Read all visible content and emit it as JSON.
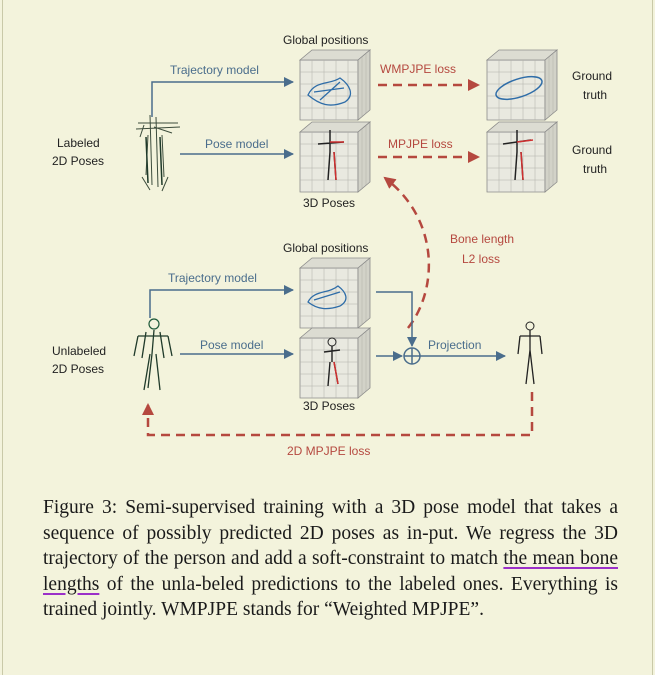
{
  "diagram": {
    "top_global_positions": "Global positions",
    "trajectory_model_top": "Trajectory model",
    "wmpjpe_loss": "WMPJPE loss",
    "ground_truth_top_1": "Ground",
    "ground_truth_top_2": "truth",
    "labeled_poses_1": "Labeled",
    "labeled_poses_2": "2D Poses",
    "pose_model_top": "Pose model",
    "mpjpe_loss": "MPJPE loss",
    "ground_truth_mid_1": "Ground",
    "ground_truth_mid_2": "truth",
    "poses_3d_top": "3D Poses",
    "bone_length_1": "Bone length",
    "bone_length_2": "L2 loss",
    "bottom_global_positions": "Global positions",
    "trajectory_model_bottom": "Trajectory model",
    "unlabeled_poses_1": "Unlabeled",
    "unlabeled_poses_2": "2D Poses",
    "pose_model_bottom": "Pose model",
    "projection": "Projection",
    "poses_3d_bottom": "3D Poses",
    "mpjpe_2d_loss": "2D MPJPE loss"
  },
  "caption": {
    "part1": "Figure 3: Semi-supervised training with a 3D pose model that takes a sequence of possibly predicted 2D poses as in-put. We regress the 3D trajectory of the person and add a soft-constraint to match ",
    "highlight": "the mean bone lengths",
    "part2": " of the unla-beled predictions to the labeled ones. Everything is trained jointly. WMPJPE stands for “Weighted MPJPE”."
  },
  "colors": {
    "background": "#f3f3dc",
    "arrow_blue": "#4a6d8c",
    "loss_red": "#b5483f",
    "highlight_underline": "#9b30c8"
  }
}
